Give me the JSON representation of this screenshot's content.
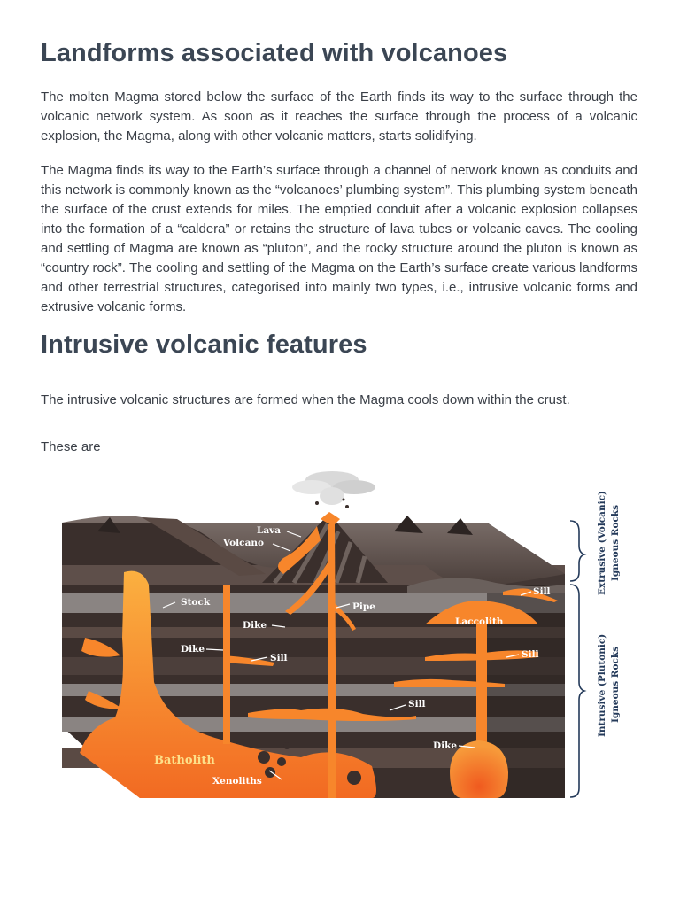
{
  "heading_main": "Landforms associated with volcanoes",
  "para_1": "The molten Magma stored below the surface of the Earth finds its way to the surface through the volcanic network system. As soon as it reaches the surface through the process of a volcanic explosion, the Magma, along with other volcanic matters, starts solidifying.",
  "para_2": "The Magma finds its way to the Earth’s surface through a channel of network known as conduits and this network is commonly known as the “volcanoes’ plumbing system”. This plumbing system beneath the surface of the crust extends for miles. The emptied conduit after a volcanic explosion collapses into the formation of a “caldera” or retains the structure of lava tubes or volcanic caves. The cooling and settling of Magma are known as “pluton”, and the rocky structure around the pluton is known as “country rock”. The cooling and settling of the Magma on the Earth’s surface create various landforms and other terrestrial structures, categorised into mainly two types, i.e., intrusive volcanic forms and extrusive volcanic forms.",
  "heading_intrusive": "Intrusive volcanic features",
  "para_3": "The intrusive volcanic structures are formed when the Magma cools down within the crust.",
  "para_4": "These are",
  "diagram": {
    "labels": {
      "lava": "Lava",
      "volcano": "Volcano",
      "stock": "Stock",
      "pipe": "Pipe",
      "dike_upper": "Dike",
      "dike_left": "Dike",
      "sill_left": "Sill",
      "sill_top_right": "Sill",
      "laccolith": "Laccolith",
      "sill_right": "Sill",
      "sill_center": "Sill",
      "dike_right": "Dike",
      "batholith": "Batholith",
      "xenoliths": "Xenoliths"
    },
    "side_labels": {
      "extrusive_line1": "Extrusive (Volcanic)",
      "extrusive_line2": "Igneous Rocks",
      "intrusive_line1": "Intrusive (Plutonic)",
      "intrusive_line2": "Igneous Rocks"
    },
    "colors": {
      "magma": "#f7862b",
      "magma_light": "#fbb040",
      "rock_dark": "#3a2f2c",
      "rock_mid": "#5a4a44",
      "rock_grey": "#7d7673",
      "bracket": "#243a5a"
    }
  }
}
